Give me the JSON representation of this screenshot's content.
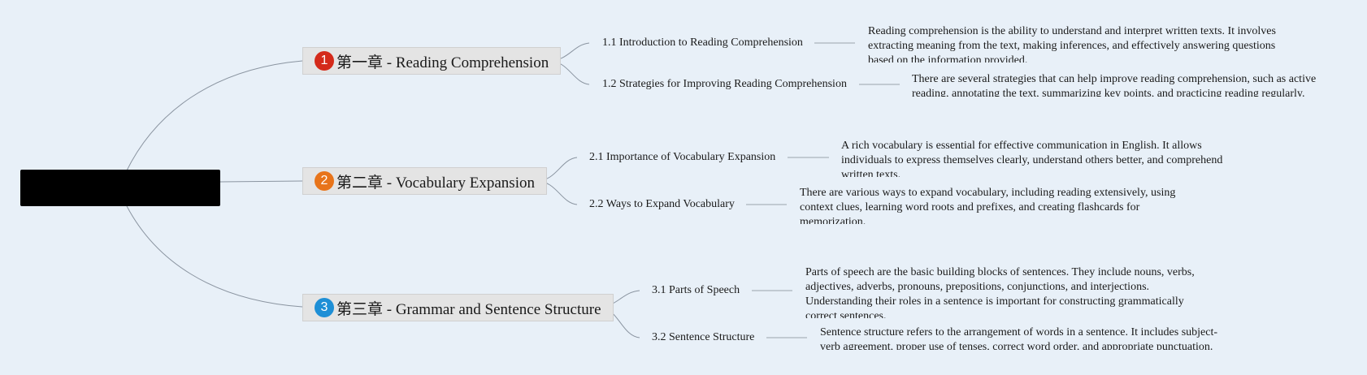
{
  "root": {
    "label": ""
  },
  "chapters": [
    {
      "number": "1",
      "title": "第一章 - Reading Comprehension",
      "badge_color": "#d42a1a",
      "sections": [
        {
          "title": "1.1 Introduction to Reading Comprehension",
          "description": "Reading comprehension is the ability to understand and interpret written texts. It involves extracting meaning from the text, making inferences, and effectively answering questions based on the information provided."
        },
        {
          "title": "1.2 Strategies for Improving Reading Comprehension",
          "description": "There are several strategies that can help improve reading comprehension, such as active reading, annotating the text, summarizing key points, and practicing reading regularly."
        }
      ]
    },
    {
      "number": "2",
      "title": "第二章 - Vocabulary Expansion",
      "badge_color": "#e8741a",
      "sections": [
        {
          "title": "2.1 Importance of Vocabulary Expansion",
          "description": "A rich vocabulary is essential for effective communication in English. It allows individuals to express themselves clearly, understand others better, and comprehend written texts."
        },
        {
          "title": "2.2 Ways to Expand Vocabulary",
          "description": "There are various ways to expand vocabulary, including reading extensively, using context clues, learning word roots and prefixes, and creating flashcards for memorization."
        }
      ]
    },
    {
      "number": "3",
      "title": "第三章 - Grammar and Sentence Structure",
      "badge_color": "#1e8fd6",
      "sections": [
        {
          "title": "3.1 Parts of Speech",
          "description": "Parts of speech are the basic building blocks of sentences. They include nouns, verbs, adjectives, adverbs, pronouns, prepositions, conjunctions, and interjections. Understanding their roles in a sentence is important for constructing grammatically correct sentences."
        },
        {
          "title": "3.2 Sentence Structure",
          "description": "Sentence structure refers to the arrangement of words in a sentence. It includes subject-verb agreement, proper use of tenses, correct word order, and appropriate punctuation."
        }
      ]
    }
  ]
}
